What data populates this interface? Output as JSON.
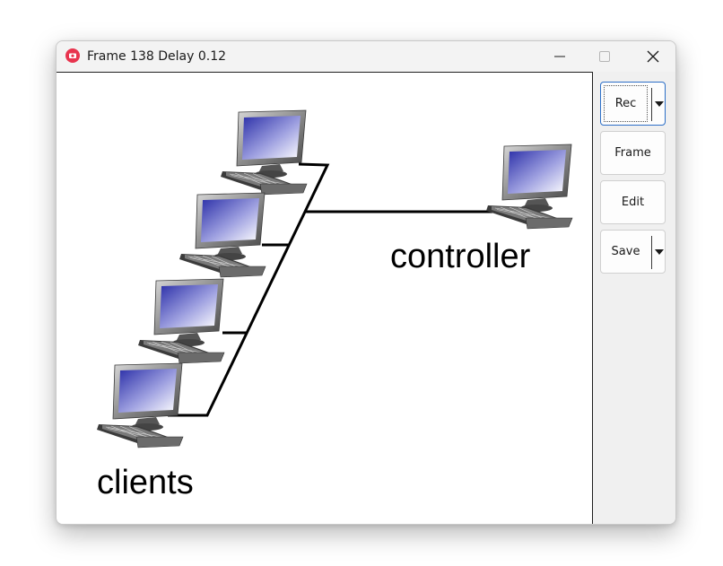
{
  "window": {
    "title": "Frame 138 Delay 0.12",
    "controls": {
      "minimize": "minimize-icon",
      "maximize": "maximize-icon",
      "close": "close-icon"
    }
  },
  "canvas": {
    "controller_label": "controller",
    "clients_label": "clients",
    "computers": [
      {
        "role": "client"
      },
      {
        "role": "client"
      },
      {
        "role": "client"
      },
      {
        "role": "client"
      },
      {
        "role": "controller"
      }
    ]
  },
  "toolbar": {
    "rec_label": "Rec",
    "frame_label": "Frame",
    "edit_label": "Edit",
    "save_label": "Save"
  },
  "colors": {
    "accent": "#2d6fc7",
    "app_icon": "#e8344e",
    "screen_top": "#2b2fa8",
    "screen_bottom": "#ffffff"
  }
}
